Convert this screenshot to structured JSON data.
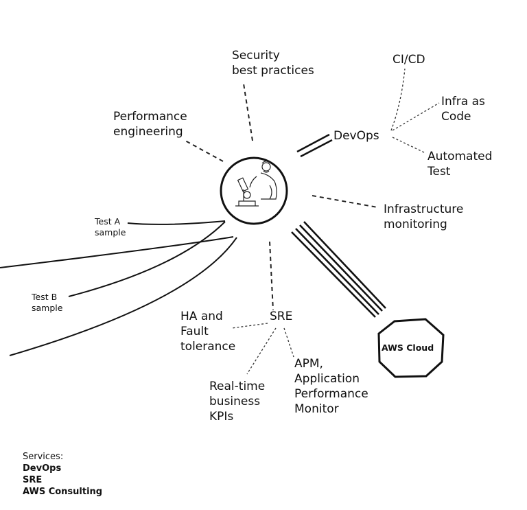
{
  "nodes": {
    "security": [
      "Security",
      "best practices"
    ],
    "cicd": [
      "CI/CD"
    ],
    "infra_as_code": [
      "Infra as",
      "Code"
    ],
    "performance": [
      "Performance",
      "engineering"
    ],
    "devops": [
      "DevOps"
    ],
    "automated_test": [
      "Automated",
      "Test"
    ],
    "infra_monitoring": [
      "Infrastructure",
      "monitoring"
    ],
    "test_a": [
      "Test A",
      "sample"
    ],
    "test_b": [
      "Test B",
      "sample"
    ],
    "sre": [
      "SRE"
    ],
    "ha_fault": [
      "HA and",
      "Fault",
      "tolerance"
    ],
    "realtime": [
      "Real-time",
      "business",
      "KPIs"
    ],
    "apm": [
      "APM,",
      "Application",
      "Performance",
      "Monitor"
    ],
    "aws_cloud": "AWS Cloud"
  },
  "services": {
    "heading": "Services:",
    "items": [
      "DevOps",
      "SRE",
      "AWS Consulting"
    ]
  },
  "icons": {
    "center": "scientist-microscope-icon",
    "aws": "hexagon-icon"
  }
}
